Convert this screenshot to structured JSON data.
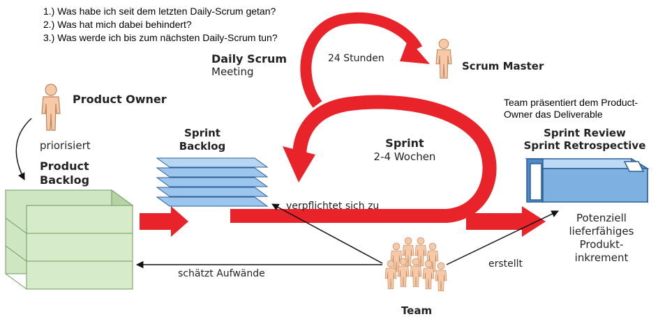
{
  "questions": [
    "1.) Was habe ich seit dem letzten Daily-Scrum getan?",
    "2.) Was hat mich dabei behindert?",
    "3.) Was werde ich bis zum nächsten Daily-Scrum tun?"
  ],
  "daily_scrum": {
    "title": "Daily Scrum",
    "subtitle": "Meeting"
  },
  "duration_daily": "24 Stunden",
  "scrum_master": "Scrum Master",
  "product_owner": "Product Owner",
  "prioritizes": "priorisiert",
  "product_backlog": [
    "Product",
    "Backlog"
  ],
  "sprint_backlog": [
    "Sprint",
    "Backlog"
  ],
  "sprint": {
    "title": "Sprint",
    "duration": "2-4 Wochen"
  },
  "commits": "verpflichtet sich zu",
  "estimates": "schätzt Aufwände",
  "creates": "erstellt",
  "team": "Team",
  "team_presents": [
    "Team präsentiert dem Product-",
    "Owner das Deliverable"
  ],
  "review": [
    "Sprint Review",
    "Sprint Retrospective"
  ],
  "increment": [
    "Potenziell",
    "lieferfähiges",
    "Produkt-",
    "inkrement"
  ],
  "colors": {
    "red": "#e8232a",
    "figure": "#f7c9a6",
    "figure_stroke": "#b9855e",
    "backlog_green": "#cfe6c2",
    "sprint_blue": "#4e8fd0",
    "review_blue": "#7fb0e2"
  }
}
